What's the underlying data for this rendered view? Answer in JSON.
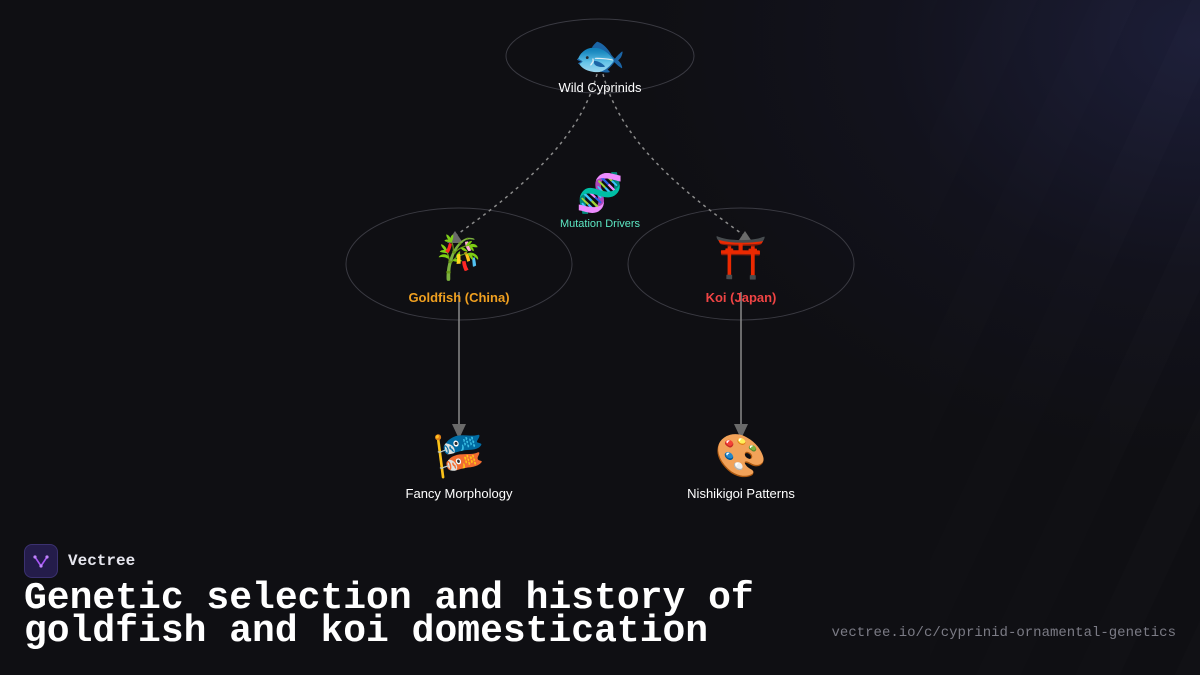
{
  "diagram": {
    "nodes": {
      "root": {
        "icon": "fish-icon",
        "emoji": "🐟",
        "label": "Wild Cyprinids"
      },
      "mutation": {
        "icon": "dna-icon",
        "emoji": "🧬",
        "label": "Mutation Drivers"
      },
      "goldfish": {
        "icon": "bamboo-icon",
        "emoji": "🎋",
        "label": "Goldfish (China)"
      },
      "koi": {
        "icon": "torii-gate-icon",
        "emoji": "⛩️",
        "label": "Koi (Japan)"
      },
      "fancy": {
        "icon": "carp-streamer-icon",
        "emoji": "🎏",
        "label": "Fancy Morphology"
      },
      "nishikigoi": {
        "icon": "palette-icon",
        "emoji": "🎨",
        "label": "Nishikigoi Patterns"
      }
    },
    "edges": [
      {
        "from": "Wild Cyprinids",
        "to": "Goldfish (China)",
        "style": "dashed"
      },
      {
        "from": "Wild Cyprinids",
        "to": "Koi (Japan)",
        "style": "dashed"
      },
      {
        "from": "Goldfish (China)",
        "to": "Fancy Morphology",
        "style": "solid"
      },
      {
        "from": "Koi (Japan)",
        "to": "Nishikigoi Patterns",
        "style": "solid"
      }
    ],
    "colors": {
      "goldfish": "#f0a020",
      "koi": "#ef4444",
      "mutation": "#5de8c4"
    }
  },
  "footer": {
    "brand_name": "Vectree",
    "title": "Genetic selection and history of goldfish and koi domestication",
    "url": "vectree.io/c/cyprinid-ornamental-genetics"
  }
}
